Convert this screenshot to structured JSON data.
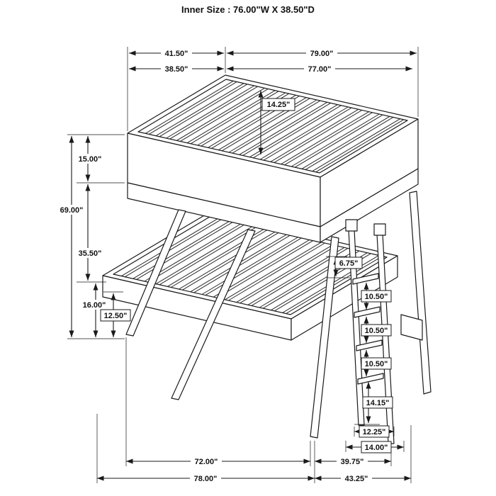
{
  "title": "Inner Size : 76.00\"W X 38.50\"D",
  "dimensions": {
    "top_depth_outer": "41.50\"",
    "top_width_outer": "79.00\"",
    "top_depth_inner": "38.50\"",
    "top_width_inner": "77.00\"",
    "guard_rail_to_slats": "14.25\"",
    "guard_rail_height": "15.00\"",
    "overall_height": "69.00\"",
    "bunk_clearance": "35.50\"",
    "lower_bunk_height": "16.00\"",
    "lower_slat_height": "12.50\"",
    "ladder_top_gap": "6.75\"",
    "ladder_rung_spacing_1": "10.50\"",
    "ladder_rung_spacing_2": "10.50\"",
    "ladder_rung_spacing_3": "10.50\"",
    "ladder_bottom_gap": "14.15\"",
    "ladder_inner_width": "12.25\"",
    "ladder_outer_width": "14.00\"",
    "lower_width_inner": "72.00\"",
    "lower_width_outer": "78.00\"",
    "lower_depth_inner": "39.75\"",
    "lower_depth_outer": "43.25\""
  }
}
